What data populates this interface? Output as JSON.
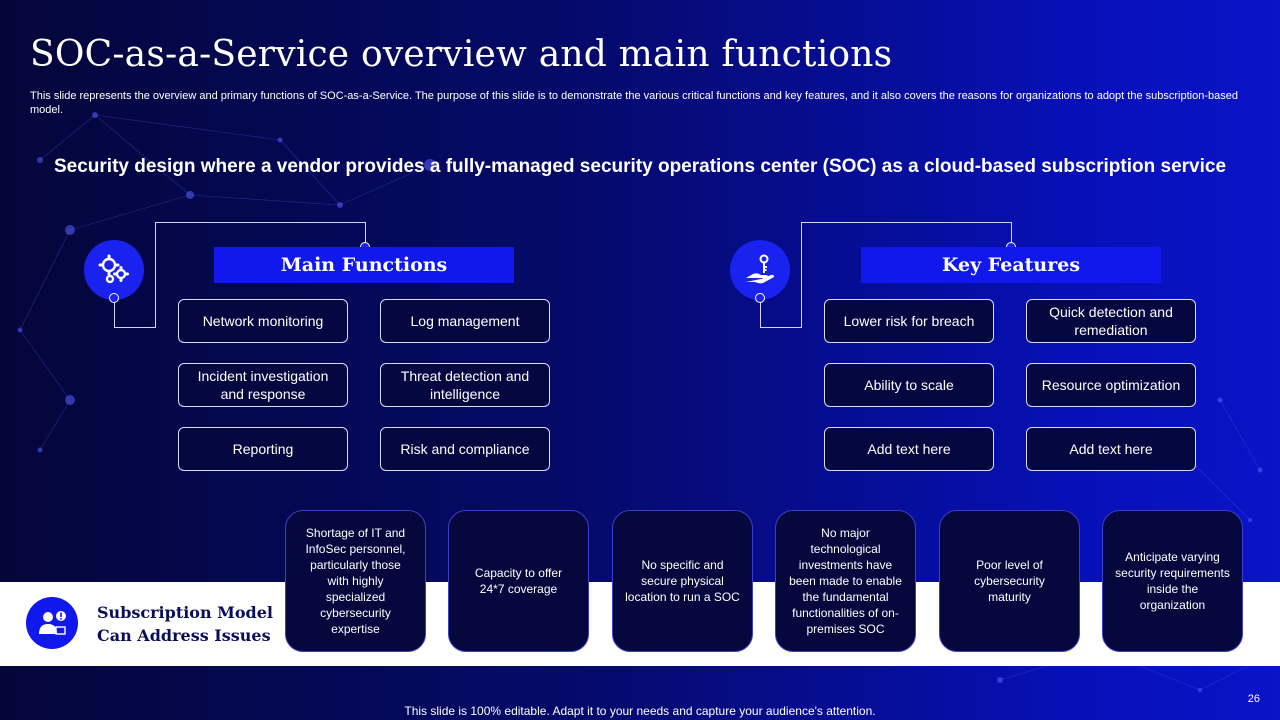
{
  "slide": {
    "title": "SOC-as-a-Service overview and main functions",
    "subtitle": "This slide represents the overview and primary functions of SOC-as-a-Service. The purpose of this slide is to demonstrate the various critical functions and key features, and it also covers the reasons for organizations to adopt the subscription-based model.",
    "tagline": "Security design where a vendor provides a fully-managed security operations center (SOC) as a cloud-based subscription service",
    "page_number": "26",
    "footer": "This slide is 100% editable. Adapt it to your needs and capture your audience's attention."
  },
  "main_functions": {
    "heading": "Main Functions",
    "icon": "gears-icon",
    "items": [
      "Network monitoring",
      "Log management",
      "Incident investigation and response",
      "Threat detection and intelligence",
      "Reporting",
      "Risk and compliance"
    ]
  },
  "key_features": {
    "heading": "Key Features",
    "icon": "hand-key-icon",
    "items": [
      "Lower risk for breach",
      "Quick detection and remediation",
      "Ability to scale",
      "Resource optimization",
      "Add text here",
      "Add text here"
    ]
  },
  "subscription": {
    "title": "Subscription Model Can Address Issues",
    "icon": "user-alert-icon",
    "issues": [
      "Shortage of IT and InfoSec personnel, particularly those with highly specialized cybersecurity expertise",
      "Capacity to offer 24*7 coverage",
      "No specific and secure physical location to run a SOC",
      "No major technological investments have been made to enable the fundamental functionalities of on-premises SOC",
      "Poor level of cybersecurity maturity",
      "Anticipate varying security requirements inside the organization"
    ]
  },
  "colors": {
    "accent": "#1118ee",
    "card_bg": "#05073d",
    "band_title": "#0a0e5a"
  }
}
